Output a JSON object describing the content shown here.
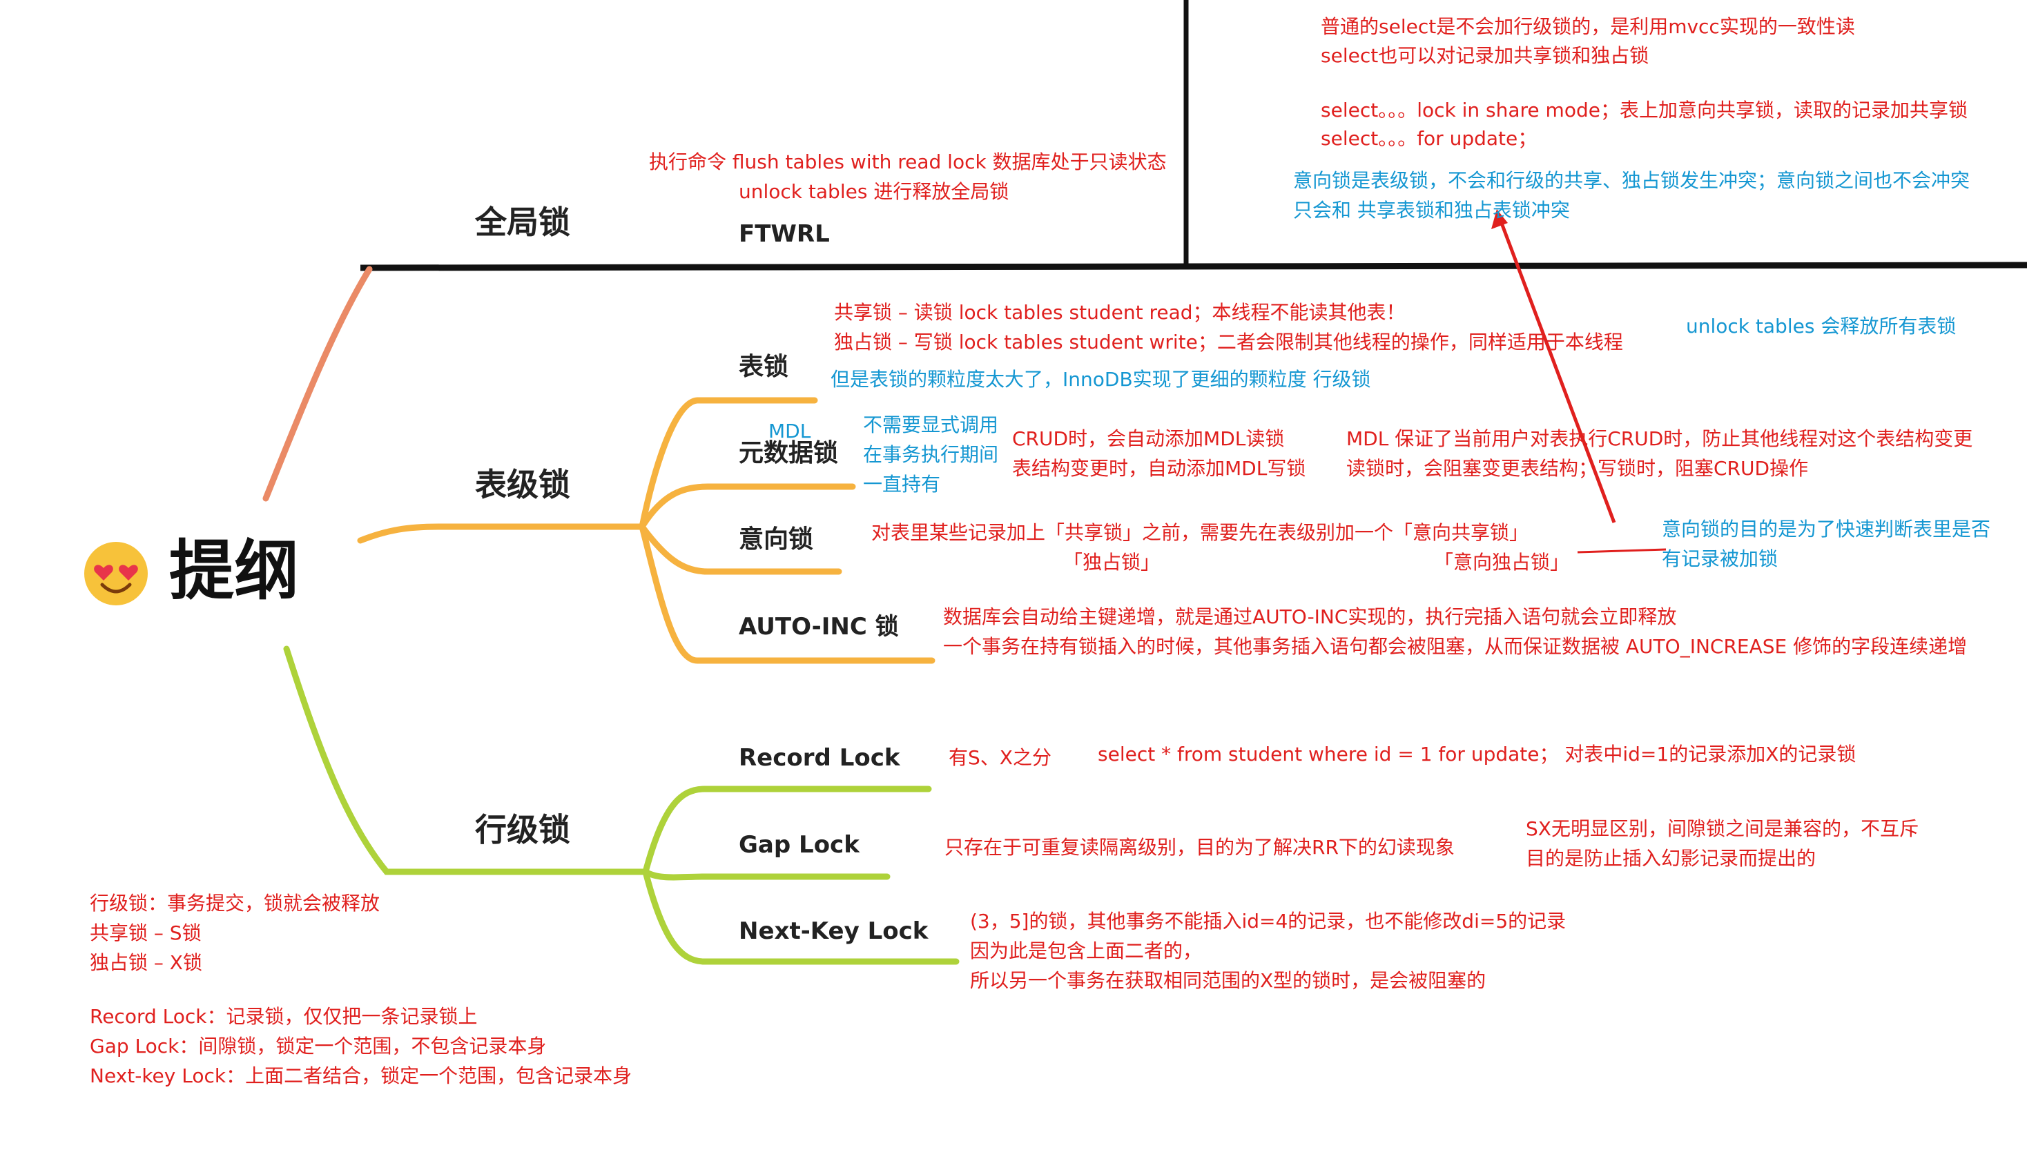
{
  "colors": {
    "branch_global": "#ea8a66",
    "branch_table": "#f6b23f",
    "branch_row": "#aed23a",
    "red_text": "#e0201e",
    "blue_text": "#1597d2",
    "divider": "#111111",
    "emoji_face": "#f7c23a"
  },
  "root": {
    "title": "提纲",
    "icon": "heart-eyes-emoji-icon"
  },
  "branches": {
    "global": {
      "label": "全局锁",
      "child": "FTWRL"
    },
    "table": {
      "label": "表级锁",
      "children": [
        "表锁",
        "元数据锁",
        "意向锁",
        "AUTO-INC 锁"
      ],
      "mdl_abbr": "MDL"
    },
    "row": {
      "label": "行级锁",
      "children": [
        "Record Lock",
        "Gap Lock",
        "Next-Key Lock"
      ]
    }
  },
  "notes": {
    "mvcc_1": "普通的select是不会加行级锁的，是利用mvcc实现的一致性读",
    "mvcc_2": "select也可以对记录加共享锁和独占锁",
    "mvcc_3": "select。。。lock in share mode；表上加意向共享锁，读取的记录加共享锁",
    "mvcc_4": "select。。。for update；",
    "intent_blue_1": "意向锁是表级锁，不会和行级的共享、独占锁发生冲突；意向锁之间也不会冲突",
    "intent_blue_2": "只会和 共享表锁和独占表锁冲突",
    "ftwrl_1": "执行命令 flush tables with read lock 数据库处于只读状态",
    "ftwrl_2": "unlock tables 进行释放全局锁",
    "table_lock_1": "共享锁 – 读锁 lock tables student read；本线程不能读其他表！",
    "table_lock_2": "独占锁 – 写锁 lock tables student write；二者会限制其他线程的操作，同样适用于本线程",
    "unlock_all": "unlock tables 会释放所有表锁",
    "granularity": "但是表锁的颗粒度太大了，InnoDB实现了更细的颗粒度 行级锁",
    "mdl_blue_1": "不需要显式调用",
    "mdl_blue_2": "在事务执行期间",
    "mdl_blue_3": "一直持有",
    "mdl_crud_1": "CRUD时，会自动添加MDL读锁",
    "mdl_crud_2": "表结构变更时，自动添加MDL写锁",
    "mdl_guarantee_1": "MDL 保证了当前用户对表执行CRUD时，防止其他线程对这个表结构变更",
    "mdl_guarantee_2": "读锁时，会阻塞变更表结构；写锁时，阻塞CRUD操作",
    "intent_1": "对表里某些记录加上「共享锁」之前，需要先在表级别加一个「意向共享锁」",
    "intent_2": "「独占锁」",
    "intent_3": "「意向独占锁」",
    "intent_purpose_1": "意向锁的目的是为了快速判断表里是否",
    "intent_purpose_2": "有记录被加锁",
    "autoinc_1": "数据库会自动给主键递增，就是通过AUTO-INC实现的，执行完插入语句就会立即释放",
    "autoinc_2": "一个事务在持有锁插入的时候，其他事务插入语句都会被阻塞，从而保证数据被 AUTO_INCREASE 修饰的字段连续递增",
    "record_sx": "有S、X之分",
    "record_example": "select * from student where id = 1 for update；  对表中id=1的记录添加X的记录锁",
    "gap_1": "只存在于可重复读隔离级别，目的为了解决RR下的幻读现象",
    "gap_2": "SX无明显区别，间隙锁之间是兼容的，不互斥",
    "gap_3": "目的是防止插入幻影记录而提出的",
    "nextkey_1": "(3，5]的锁，其他事务不能插入id=4的记录，也不能修改di=5的记录",
    "nextkey_2": "因为此是包含上面二者的，",
    "nextkey_3": "所以另一个事务在获取相同范围的X型的锁时，是会被阻塞的",
    "row_release_1": "行级锁：事务提交，锁就会被释放",
    "row_release_2": "共享锁 – S锁",
    "row_release_3": "独占锁 – X锁",
    "summary_1": "Record Lock：记录锁，仅仅把一条记录锁上",
    "summary_2": "Gap Lock：间隙锁，锁定一个范围，不包含记录本身",
    "summary_3": "Next-key Lock：上面二者结合，锁定一个范围，包含记录本身"
  }
}
